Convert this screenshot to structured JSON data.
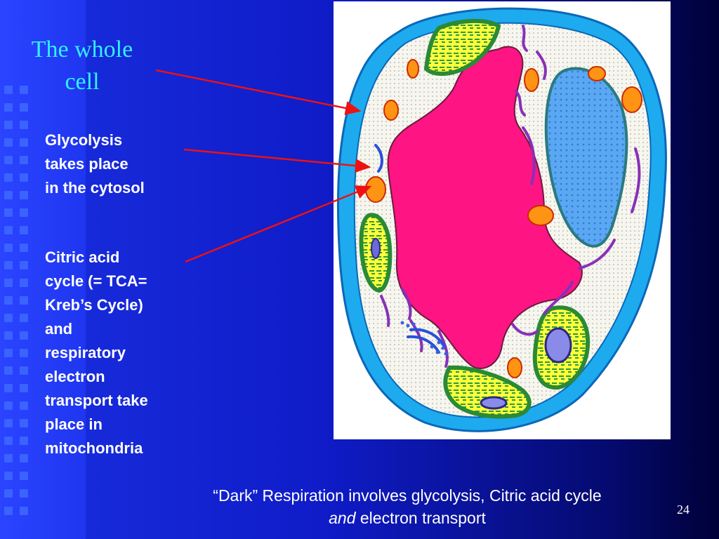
{
  "slide": {
    "title": "The whole cell",
    "labels": {
      "glycolysis": "Glycolysis\ntakes place\nin the cytosol",
      "citric": "Citric acid\ncycle (= TCA=\nKreb’s Cycle)\nand\nrespiratory\nelectron\ntransport take\nplace in\nmitochondria"
    },
    "caption": {
      "line1": "“Dark” Respiration involves glycolysis, Citric acid cycle",
      "line2_em": "and",
      "line2_rest": " electron transport"
    },
    "slide_number": "24"
  },
  "colors": {
    "cell_wall": "#1eaaee",
    "cytoplasm": "#f6f6ee",
    "vacuole": "#ff1483",
    "nucleus": "#56a6f0",
    "chloroplast": "#3fb54a",
    "thylakoid": "#ffff3c",
    "mitochondrion": "#ff9414",
    "er": "#8830b8",
    "arrow": "#ee1111",
    "title": "#32f0ff"
  }
}
